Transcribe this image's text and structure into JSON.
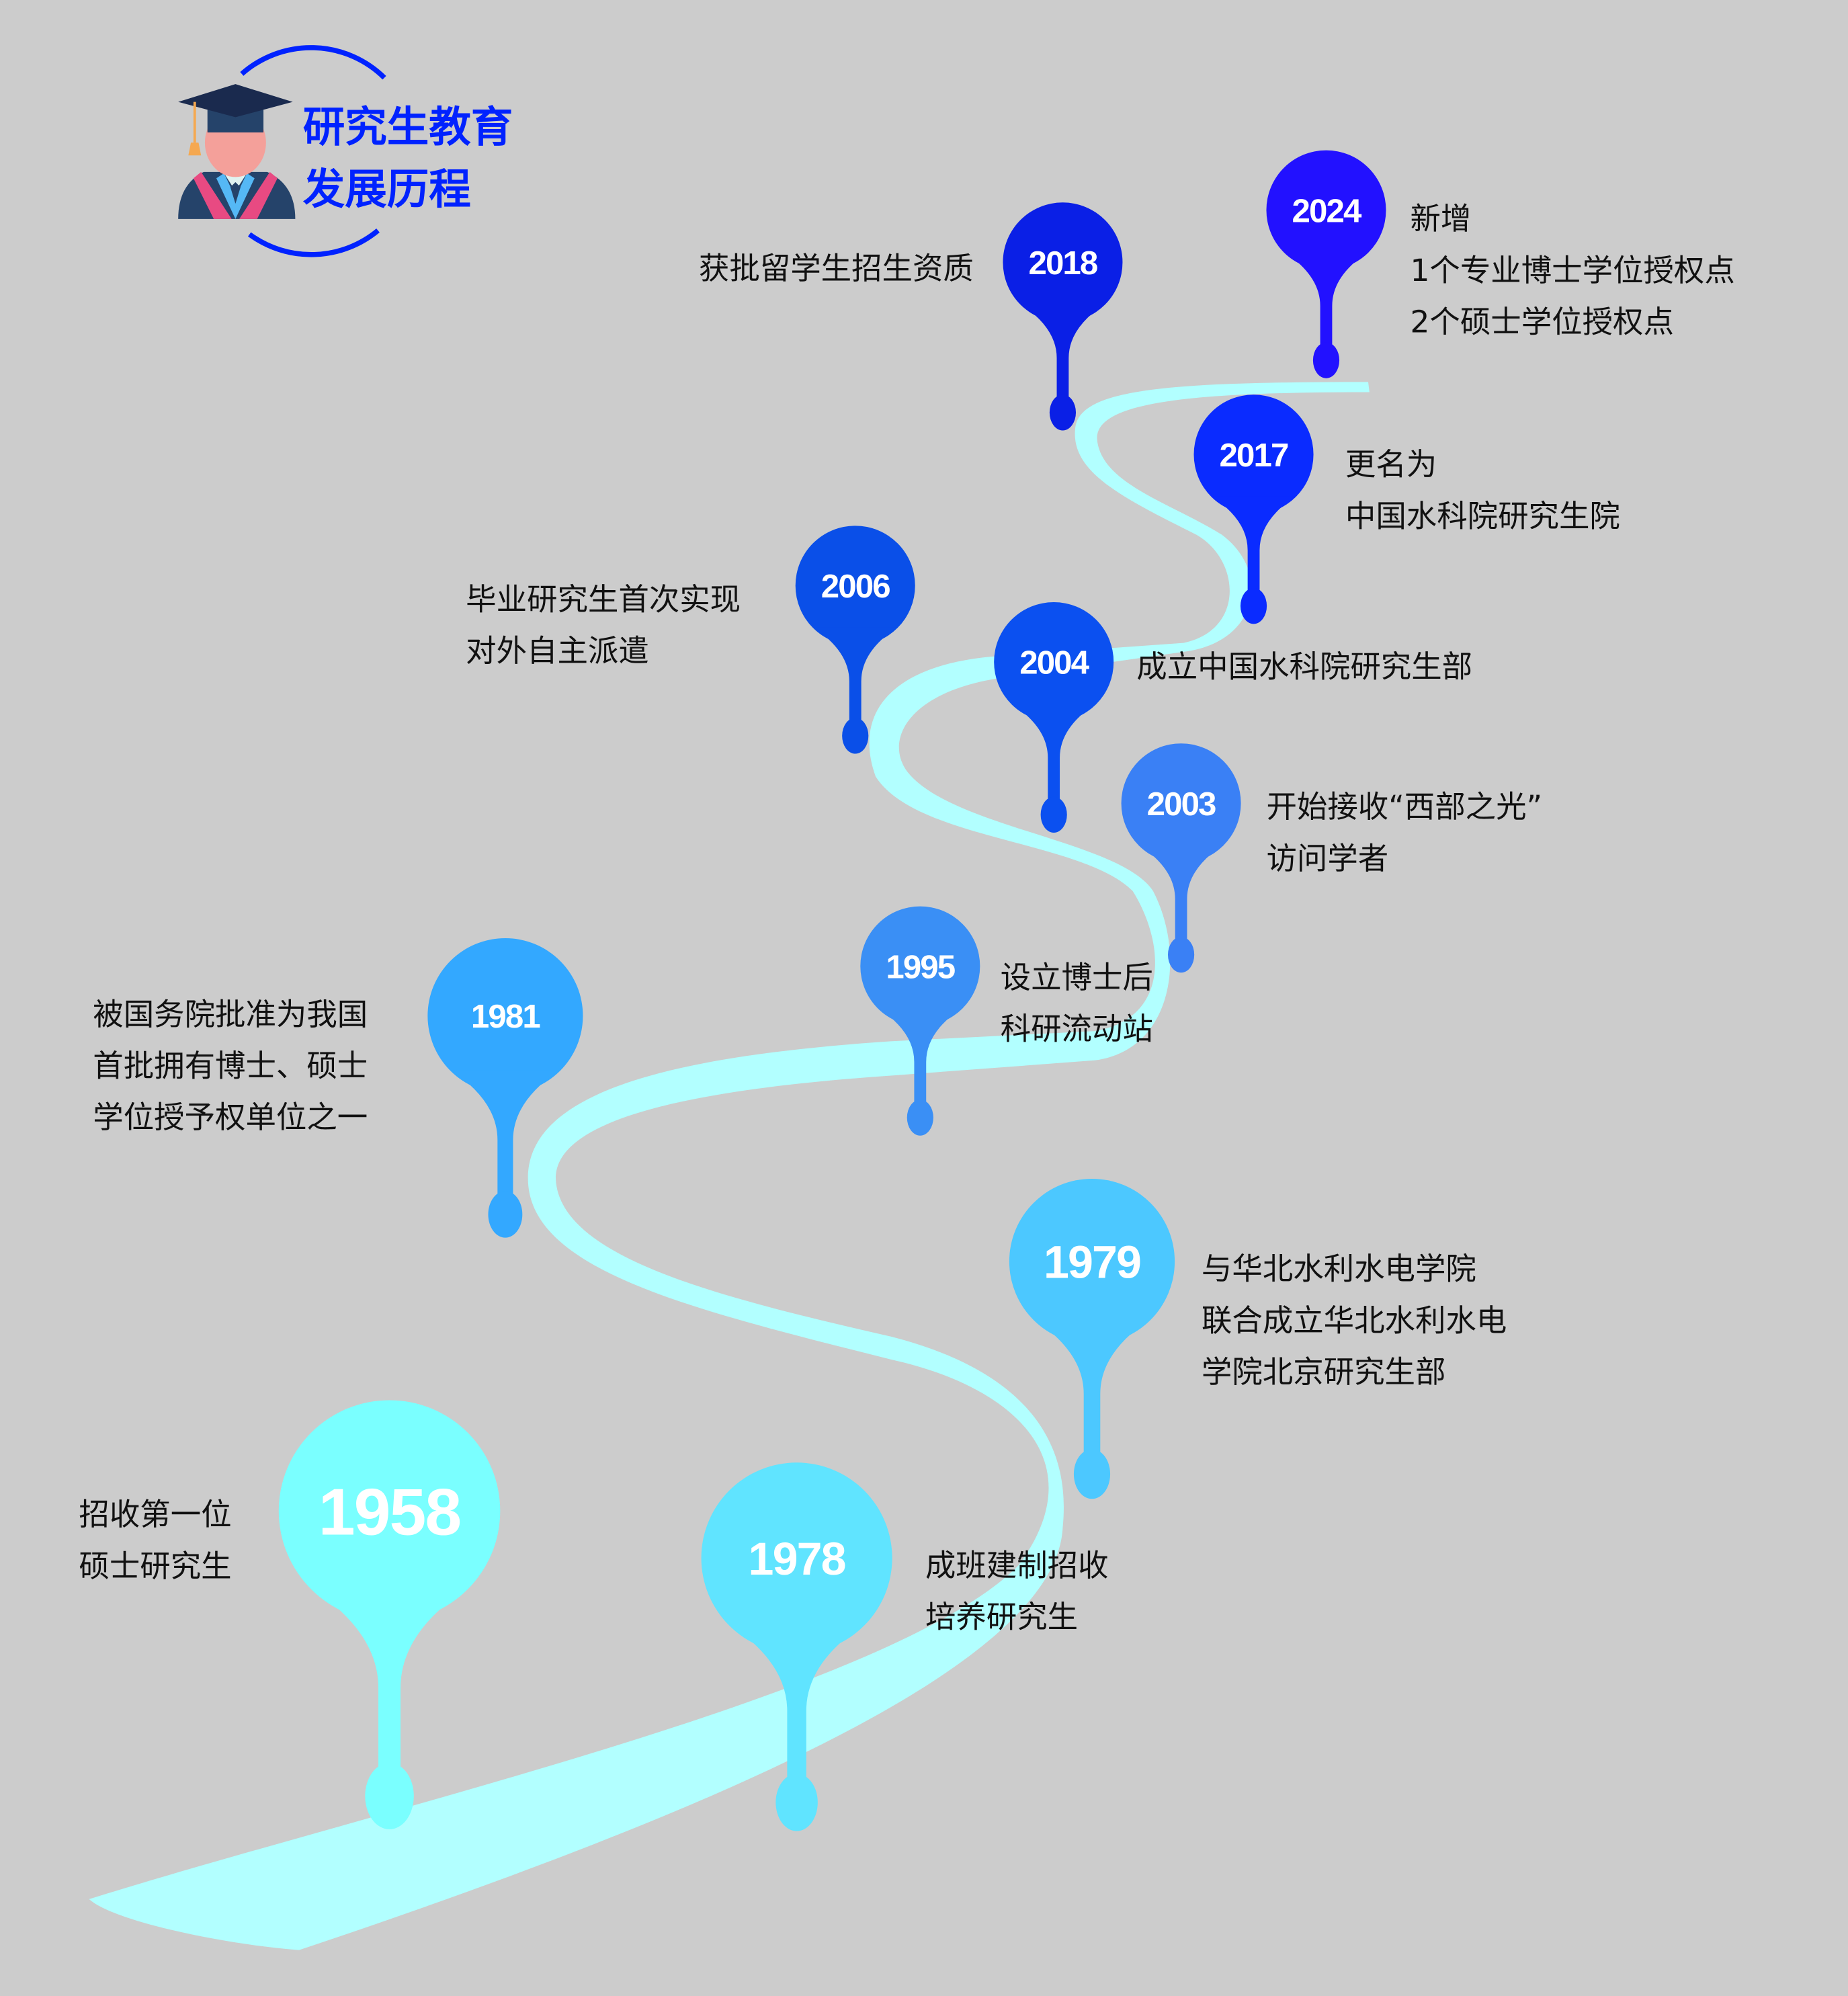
{
  "title": {
    "line1": "研究生教育",
    "line2": "发展历程"
  },
  "colors": {
    "background": "#cccccc",
    "road": "#b2ffff",
    "title": "#0022ff"
  },
  "milestones": [
    {
      "year": "1958",
      "color": "#7affff",
      "lines": [
        "招收第一位",
        "硕士研究生"
      ]
    },
    {
      "year": "1978",
      "color": "#60e4ff",
      "lines": [
        "成班建制招收",
        "培养研究生"
      ]
    },
    {
      "year": "1979",
      "color": "#4cc8ff",
      "lines": [
        "与华北水利水电学院",
        "联合成立华北水利水电",
        "学院北京研究生部"
      ]
    },
    {
      "year": "1981",
      "color": "#33a8ff",
      "lines": [
        "被国务院批准为我国",
        "首批拥有博士、硕士",
        "学位授予权单位之一"
      ]
    },
    {
      "year": "1995",
      "color": "#3a8ff5",
      "lines": [
        "设立博士后",
        "科研流动站"
      ]
    },
    {
      "year": "2003",
      "color": "#3a80f5",
      "lines": [
        "开始接收“西部之光”",
        "访问学者"
      ]
    },
    {
      "year": "2004",
      "color": "#0b50f0",
      "lines": [
        "成立中国水科院研究生部"
      ]
    },
    {
      "year": "2006",
      "color": "#0a4fe8",
      "lines": [
        "毕业研究生首次实现",
        "对外自主派遣"
      ]
    },
    {
      "year": "2017",
      "color": "#0a2bff",
      "lines": [
        "更名为",
        "中国水科院研究生院"
      ]
    },
    {
      "year": "2018",
      "color": "#0a1fe6",
      "lines": [
        "获批留学生招生资质"
      ]
    },
    {
      "year": "2024",
      "color": "#2211ff",
      "lines": [
        "新增",
        "1个专业博士学位授权点",
        "2个硕士学位授权点"
      ]
    }
  ]
}
